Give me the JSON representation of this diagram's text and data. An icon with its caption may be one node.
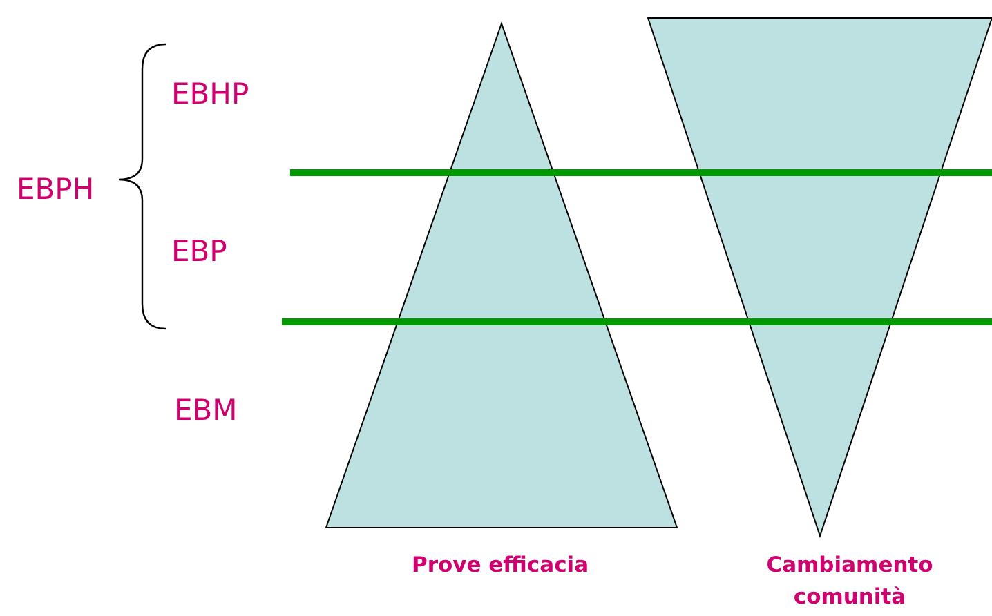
{
  "diagram": {
    "nodes": [
      {
        "text": [],
        "shape": "triangle",
        "beside": [
          "Prove efficacia"
        ]
      },
      {
        "text": [],
        "shape": "triangle",
        "beside": [
          "Cambiamento comunità"
        ]
      }
    ],
    "labels": [
      "EBHP",
      "EBPH",
      "EBP",
      "EBM"
    ]
  }
}
